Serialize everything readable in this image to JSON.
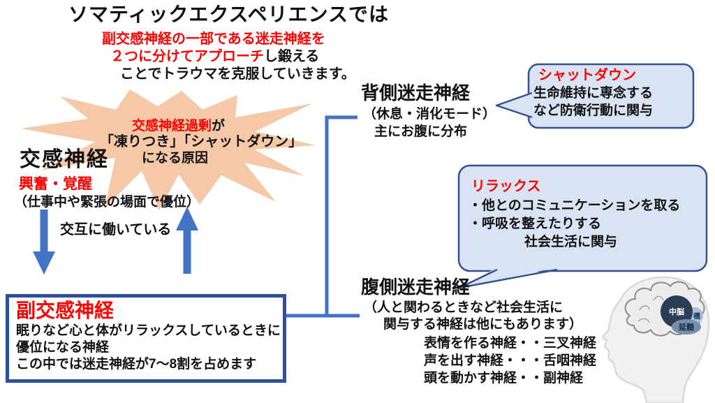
{
  "colors": {
    "accent_red": "#ff0000",
    "arrow_blue": "#4472c4",
    "box_border_blue": "#2e4fa0",
    "bubble_fill": "#dae3f3",
    "bubble_border": "#35508f",
    "starburst_fill": "#f5c9a7",
    "midbrain_fill": "#2c3e55",
    "pons_fill": "#a9bed9",
    "medulla_fill": "#7590ad"
  },
  "header": {
    "title": "ソマティックエクスペリエンスでは",
    "intro_line1": "副交感神経の一部である迷走神経を",
    "intro_line2_red": "２つに分けてアプローチ",
    "intro_line2_black": "し鍛える",
    "intro_line3": "ことでトラウマを克服していきます。"
  },
  "starburst": {
    "line1_red": "交感神経過剰",
    "line1_black": "が",
    "line2": "「凍りつき」「シャットダウン」",
    "line3": "になる原因"
  },
  "sympathetic": {
    "title": "交感神経",
    "state": "興奮・覚醒",
    "note": "（仕事中や緊張の場面で優位）",
    "alternating_label": "交互に働いている"
  },
  "parasympathetic": {
    "title": "副交感神経",
    "line1": "眠りなど心と体がリラックスしているときに",
    "line2": "優位になる神経",
    "line3": "この中では迷走神経が7～8割を占めます"
  },
  "dorsal_vagal": {
    "title": "背側迷走神経",
    "line1": "（休息・消化モード）",
    "line2": "主にお腹に分布"
  },
  "shutdown_bubble": {
    "title": "シャットダウン",
    "line1": "生命維持に専念する",
    "line2": "など防衛行動に関与"
  },
  "relax_bubble": {
    "title": "リラックス",
    "line1": "・他とのコミュニケーションを取る",
    "line2": "・呼吸を整えたりする",
    "line3": "社会生活に関与"
  },
  "ventral_vagal": {
    "title": "腹側迷走神経",
    "line1": "（人と関わるときなど社会生活に",
    "line2": "関与する神経は他にもあります）",
    "nerves": [
      "表情を作る神経・・三叉神経",
      "声を出す神経・・・舌咽神経",
      "頭を動かす神経・・副神経"
    ]
  },
  "brain": {
    "midbrain": "中脳",
    "pons": "橋",
    "medulla": "延髄"
  }
}
